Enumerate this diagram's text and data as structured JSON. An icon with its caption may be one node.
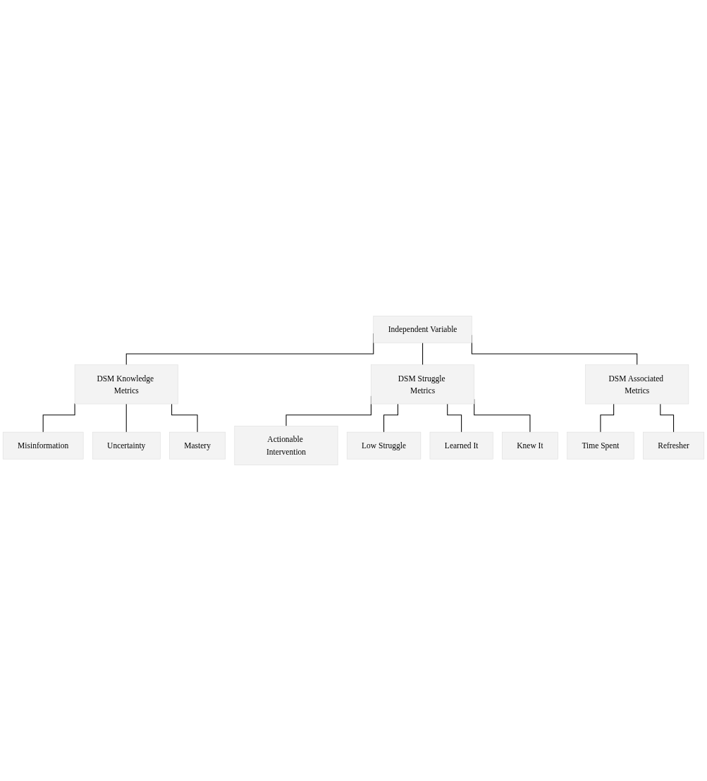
{
  "diagram": {
    "nodes": [
      {
        "text": [
          "Independent Variable"
        ]
      },
      {
        "text": [
          "DSM Knowledge Metrics"
        ]
      },
      {
        "text": [
          "DSM Struggle Metrics"
        ]
      },
      {
        "text": [
          "DSM Associated Metrics"
        ]
      },
      {
        "text": [
          "Misinformation"
        ]
      },
      {
        "text": [
          "Uncertainty"
        ]
      },
      {
        "text": [
          "Mastery"
        ]
      },
      {
        "text": [
          "Actionable Intervention"
        ]
      },
      {
        "text": [
          "Low Struggle"
        ]
      },
      {
        "text": [
          "Learned It"
        ]
      },
      {
        "text": [
          "Knew It"
        ]
      },
      {
        "text": [
          "Time Spent"
        ]
      },
      {
        "text": [
          "Refresher"
        ]
      }
    ],
    "edges": [
      {
        "from": 0,
        "to": 1,
        "arrow": "none"
      },
      {
        "from": 0,
        "to": 2,
        "arrow": "none"
      },
      {
        "from": 0,
        "to": 3,
        "arrow": "none"
      },
      {
        "from": 1,
        "to": 4,
        "arrow": "none"
      },
      {
        "from": 1,
        "to": 5,
        "arrow": "none"
      },
      {
        "from": 1,
        "to": 6,
        "arrow": "none"
      },
      {
        "from": 2,
        "to": 7,
        "arrow": "none"
      },
      {
        "from": 2,
        "to": 8,
        "arrow": "none"
      },
      {
        "from": 2,
        "to": 9,
        "arrow": "none"
      },
      {
        "from": 2,
        "to": 10,
        "arrow": "none"
      },
      {
        "from": 3,
        "to": 11,
        "arrow": "none"
      },
      {
        "from": 3,
        "to": 12,
        "arrow": "none"
      }
    ]
  }
}
